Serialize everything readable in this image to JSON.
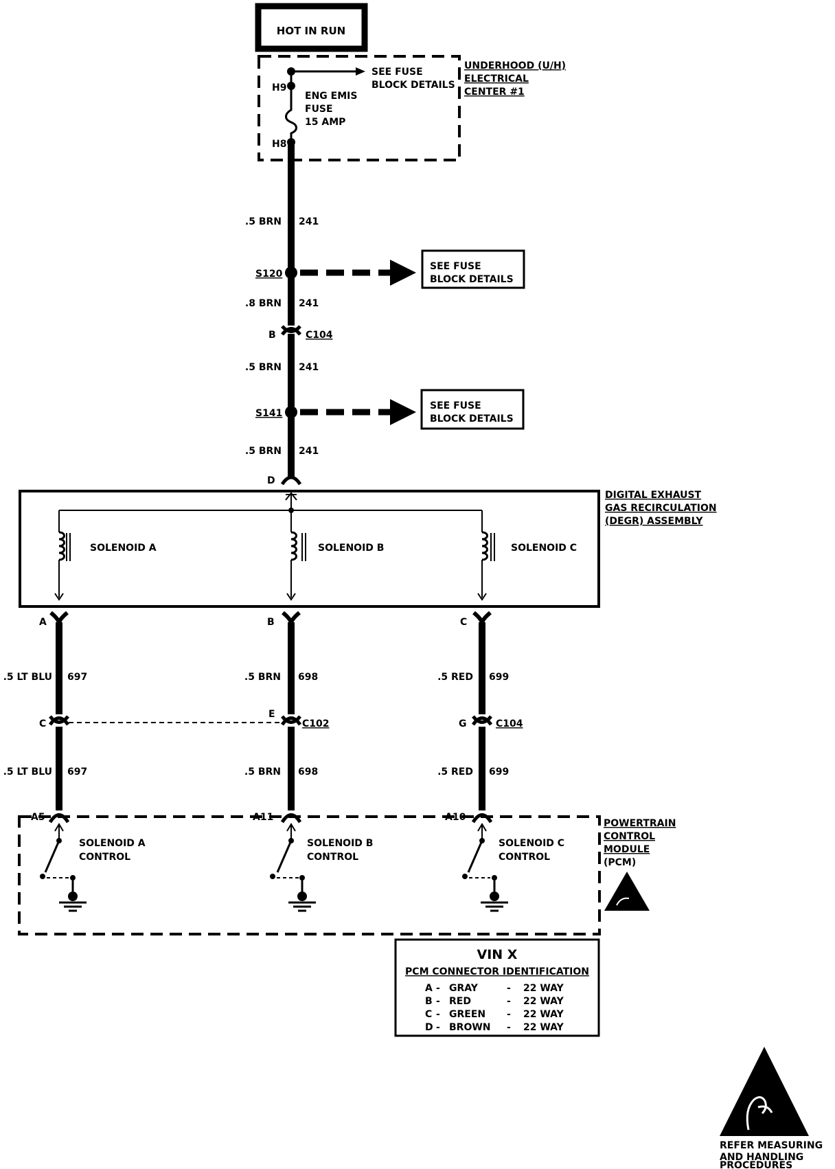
{
  "header": {
    "hot_label": "HOT IN RUN"
  },
  "uh_center": {
    "name_lines": [
      "UNDERHOOD (U/H)",
      "ELECTRICAL",
      "CENTER #1"
    ],
    "fuse_ref": [
      "SEE FUSE",
      "BLOCK DETAILS"
    ],
    "pin_top": "H9",
    "pin_bottom": "H8",
    "fuse_lines": [
      "ENG EMIS",
      "FUSE",
      "15 AMP"
    ]
  },
  "main_wires": [
    {
      "gauge": ".5 BRN",
      "circuit": "241"
    },
    {
      "gauge": ".8 BRN",
      "circuit": "241"
    },
    {
      "gauge": ".5 BRN",
      "circuit": "241"
    },
    {
      "gauge": ".5 BRN",
      "circuit": "241"
    }
  ],
  "splices": [
    {
      "id": "S120",
      "ref": [
        "SEE FUSE",
        "BLOCK DETAILS"
      ]
    },
    {
      "id": "S141",
      "ref": [
        "SEE FUSE",
        "BLOCK DETAILS"
      ]
    }
  ],
  "connector_c104_top": {
    "pin": "B",
    "name": "C104"
  },
  "degr": {
    "input_pin": "D",
    "name_lines": [
      "DIGITAL EXHAUST",
      "GAS RECIRCULATION",
      "(DEGR) ASSEMBLY"
    ],
    "solenoids": [
      "SOLENOID A",
      "SOLENOID B",
      "SOLENOID C"
    ],
    "output_pins": [
      "A",
      "B",
      "C"
    ]
  },
  "branches": [
    {
      "upper_gauge": ".5 LT BLU",
      "upper_circuit": "697",
      "conn_pin": "C",
      "conn_name": "",
      "lower_gauge": ".5 LT BLU",
      "lower_circuit": "697",
      "pcm_pin": "A5",
      "control": [
        "SOLENOID A",
        "CONTROL"
      ]
    },
    {
      "upper_gauge": ".5 BRN",
      "upper_circuit": "698",
      "conn_pin": "E",
      "conn_name": "C102",
      "lower_gauge": ".5 BRN",
      "lower_circuit": "698",
      "pcm_pin": "A11",
      "control": [
        "SOLENOID B",
        "CONTROL"
      ]
    },
    {
      "upper_gauge": ".5 RED",
      "upper_circuit": "699",
      "conn_pin": "G",
      "conn_name": "C104",
      "lower_gauge": ".5 RED",
      "lower_circuit": "699",
      "pcm_pin": "A10",
      "control": [
        "SOLENOID C",
        "CONTROL"
      ]
    }
  ],
  "pcm": {
    "name_lines": [
      "POWERTRAIN",
      "CONTROL",
      "MODULE",
      "(PCM)"
    ]
  },
  "vin_box": {
    "title": "VIN X",
    "subtitle": "PCM CONNECTOR IDENTIFICATION",
    "rows": [
      {
        "letter": "A",
        "color": "GRAY",
        "ways": "22 WAY"
      },
      {
        "letter": "B",
        "color": "RED",
        "ways": "22 WAY"
      },
      {
        "letter": "C",
        "color": "GREEN",
        "ways": "22 WAY"
      },
      {
        "letter": "D",
        "color": "BROWN",
        "ways": "22 WAY"
      }
    ]
  },
  "esd_notice": [
    "REFER MEASURING",
    "AND HANDLING",
    "PROCEDURES"
  ]
}
